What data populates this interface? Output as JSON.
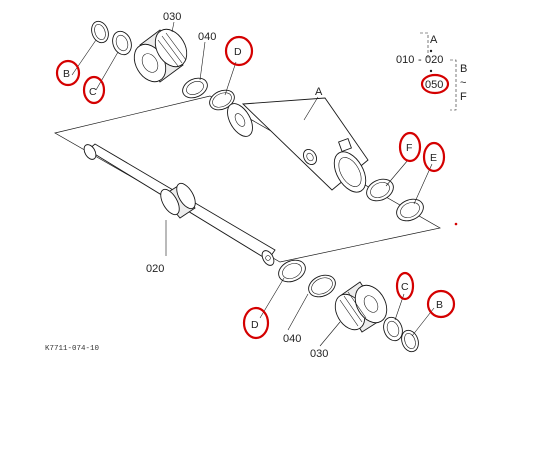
{
  "colors": {
    "highlight": "#d40000",
    "line": "#1a1a1a",
    "background": "#ffffff"
  },
  "labels": {
    "gland_top": "030",
    "piston_seal_top": "040",
    "cylinder_tube": "A",
    "rod": "020",
    "gland_bottom": "030",
    "piston_seal_bottom": "040",
    "drawing_code": "K7711-074-10"
  },
  "circled": {
    "b_top": "B",
    "c_top": "C",
    "d_top": "D",
    "f_right": "F",
    "e_right": "E",
    "d_bottom": "D",
    "c_bottom": "C",
    "b_bottom": "B"
  },
  "legend": {
    "ref_010": "010",
    "ref_020": "020",
    "ref_050": "050",
    "range_a": "A",
    "range_b": "B",
    "range_f": "F",
    "tilde": "~"
  }
}
